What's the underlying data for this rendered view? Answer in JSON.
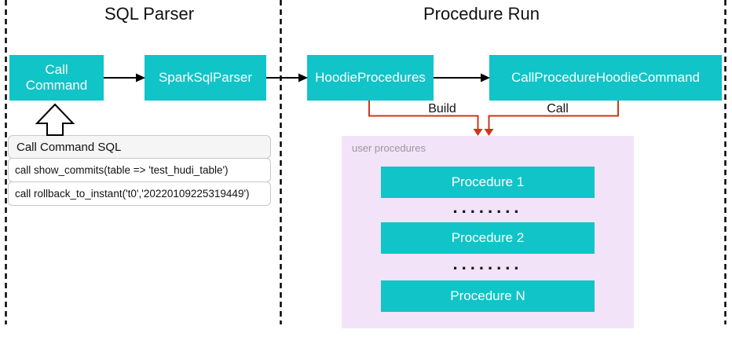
{
  "colors": {
    "teal": "#10c4c8",
    "purple_bg": "#f3e3f8",
    "red": "#c8391b",
    "gray": "#999999"
  },
  "sections": {
    "sql_parser": {
      "title": "SQL Parser"
    },
    "procedure_run": {
      "title": "Procedure Run"
    }
  },
  "nodes": {
    "call_command": "Call Command",
    "spark_sql_parser": "SparkSqlParser",
    "hoodie_procedures": "HoodieProcedures",
    "call_procedure_hoodie_command": "CallProcedureHoodieCommand"
  },
  "edges": {
    "build_label": "Build",
    "call_label": "Call"
  },
  "sql_panel": {
    "header": "Call Command SQL",
    "rows": [
      "call show_commits(table => 'test_hudi_table')",
      "call rollback_to_instant('t0','20220109225319449')"
    ]
  },
  "user_procedures": {
    "label": "user procedures",
    "boxes": [
      "Procedure 1",
      "Procedure 2",
      "Procedure N"
    ],
    "ellipsis": "........"
  }
}
